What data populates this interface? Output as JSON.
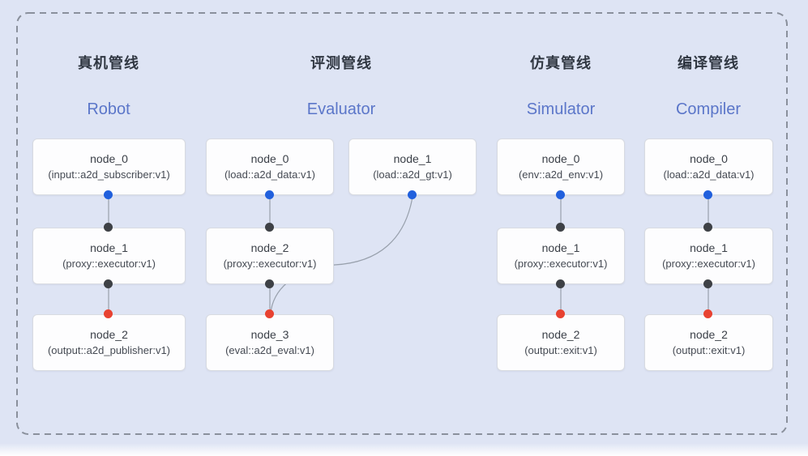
{
  "diagram": {
    "description_colors": {
      "panel_bg": "#dee4f4",
      "dashed_border": "#8a909c",
      "node_border": "#d8dbe1",
      "edge_line": "#98a0ac",
      "port_blue": "#2160dd",
      "port_dark": "#3e4146",
      "port_red": "#e84231",
      "header_en_blue": "#5b76c9"
    }
  },
  "pipelines": [
    {
      "title_zh": "真机管线",
      "title_en": "Robot",
      "nodes": [
        {
          "name": "node_0",
          "type": "(input::a2d_subscriber:v1)"
        },
        {
          "name": "node_1",
          "type": "(proxy::executor:v1)"
        },
        {
          "name": "node_2",
          "type": "(output::a2d_publisher:v1)"
        }
      ]
    },
    {
      "title_zh": "评测管线",
      "title_en": "Evaluator",
      "nodes": [
        {
          "name": "node_0",
          "type": "(load::a2d_data:v1)"
        },
        {
          "name": "node_1",
          "type": "(load::a2d_gt:v1)"
        },
        {
          "name": "node_2",
          "type": "(proxy::executor:v1)"
        },
        {
          "name": "node_3",
          "type": "(eval::a2d_eval:v1)"
        }
      ]
    },
    {
      "title_zh": "仿真管线",
      "title_en": "Simulator",
      "nodes": [
        {
          "name": "node_0",
          "type": "(env::a2d_env:v1)"
        },
        {
          "name": "node_1",
          "type": "(proxy::executor:v1)"
        },
        {
          "name": "node_2",
          "type": "(output::exit:v1)"
        }
      ]
    },
    {
      "title_zh": "编译管线",
      "title_en": "Compiler",
      "nodes": [
        {
          "name": "node_0",
          "type": "(load::a2d_data:v1)"
        },
        {
          "name": "node_1",
          "type": "(proxy::executor:v1)"
        },
        {
          "name": "node_2",
          "type": "(output::exit:v1)"
        }
      ]
    }
  ]
}
